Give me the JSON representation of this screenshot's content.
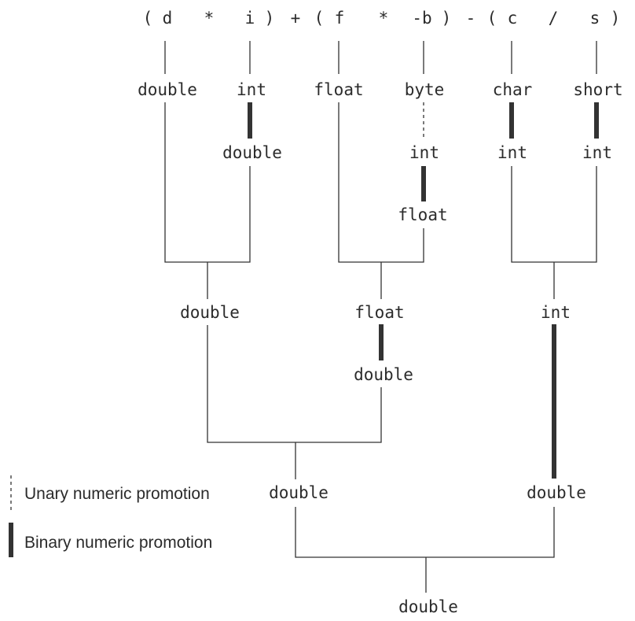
{
  "expression": {
    "tokens": [
      "(",
      "d",
      "*",
      "i",
      ")",
      "+",
      "(",
      "f",
      "*",
      "-b",
      ")",
      "-",
      "(",
      "c",
      "/",
      "s",
      ")"
    ]
  },
  "types": {
    "d": "double",
    "i": "int",
    "i_promoted": "double",
    "f": "float",
    "b": "byte",
    "b_unary": "int",
    "b_binary": "float",
    "c": "char",
    "c_promoted": "int",
    "s": "short",
    "s_promoted": "int",
    "d_times_i": "double",
    "f_times_b": "float",
    "f_times_b_promoted": "double",
    "c_div_s": "int",
    "sum": "double",
    "c_div_s_promoted": "double",
    "result": "double"
  },
  "legend": {
    "unary": "Unary numeric promotion",
    "binary": "Binary numeric promotion"
  }
}
